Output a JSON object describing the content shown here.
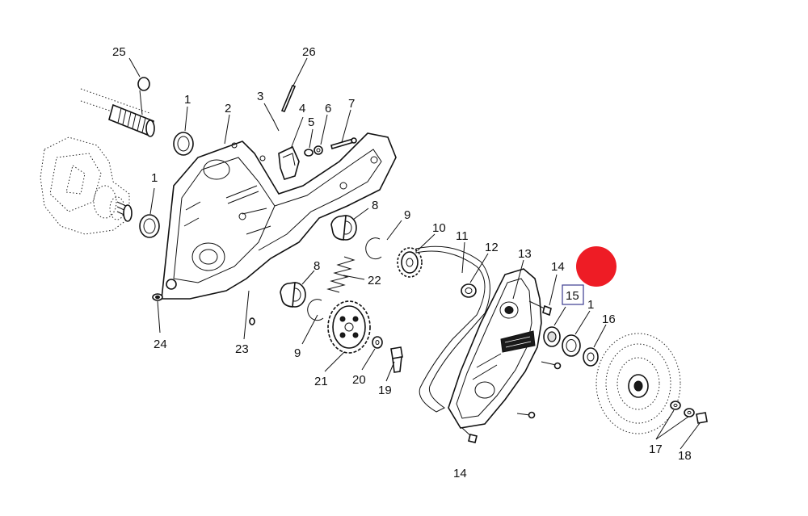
{
  "labels": {
    "l25": "25",
    "l26": "26",
    "l1a": "1",
    "l2": "2",
    "l3": "3",
    "l4": "4",
    "l5": "5",
    "l6": "6",
    "l7": "7",
    "l1b": "1",
    "l8a": "8",
    "l9a": "9",
    "l10": "10",
    "l11": "11",
    "l12": "12",
    "l13": "13",
    "l14a": "14",
    "l15": "15",
    "l1c": "1",
    "l16": "16",
    "l8b": "8",
    "l22": "22",
    "l24": "24",
    "l23": "23",
    "l9b": "9",
    "l21": "21",
    "l20": "20",
    "l19": "19",
    "l14b": "14",
    "l17": "17",
    "l18": "18"
  },
  "colors": {
    "marker": "#ee1c25",
    "line": "#111111",
    "highlight_box": "#3b3b8f"
  }
}
